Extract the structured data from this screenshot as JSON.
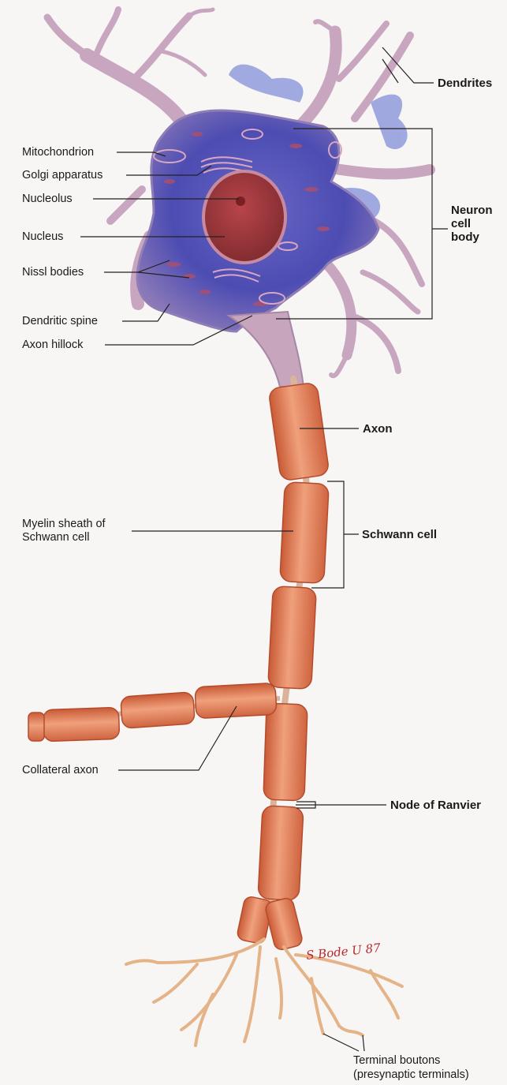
{
  "labels": {
    "mitochondrion": "Mitochondrion",
    "golgi": "Golgi apparatus",
    "nucleolus": "Nucleolus",
    "nucleus": "Nucleus",
    "nissl": "Nissl bodies",
    "dendritic_spine": "Dendritic spine",
    "axon_hillock": "Axon hillock",
    "myelin": "Myelin sheath of\nSchwann cell",
    "collateral": "Collateral axon",
    "dendrites": "Dendrites",
    "cell_body": "Neuron\ncell\nbody",
    "axon": "Axon",
    "schwann": "Schwann cell",
    "node": "Node of Ranvier",
    "terminal": "Terminal boutons\n(presynaptic terminals)"
  },
  "signature": "S Bode U 87",
  "colors": {
    "soma_blue": "#4a4fb0",
    "myelin_orange": "#e37b52",
    "axon_tan": "#d9b49a",
    "nucleus_red": "#a8363a",
    "leader_line": "#222222"
  }
}
